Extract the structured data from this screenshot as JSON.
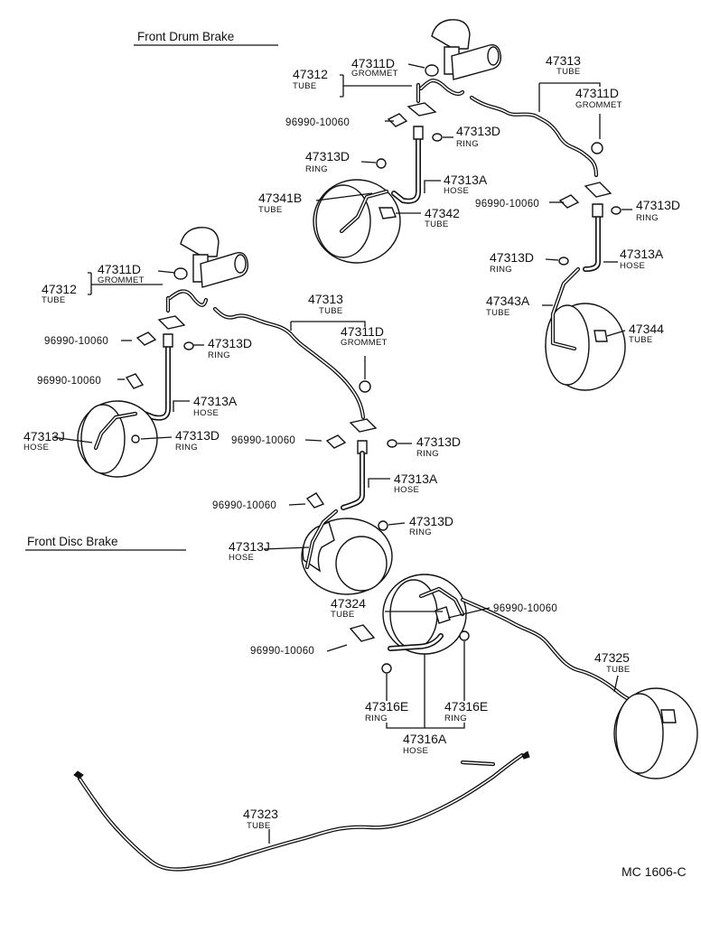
{
  "sections": {
    "drum": "Front Drum Brake",
    "disc": "Front Disc Brake"
  },
  "diagram_code": "MC 1606-C",
  "callouts": [
    {
      "id": "c1",
      "part": "47311D",
      "desc": "GROMMET"
    },
    {
      "id": "c2",
      "part": "47312",
      "desc": "TUBE"
    },
    {
      "id": "c3",
      "part": "47313",
      "desc": "TUBE"
    },
    {
      "id": "c4",
      "part": "47311D",
      "desc": "GROMMET"
    },
    {
      "id": "c5",
      "part": "96990-10060",
      "desc": ""
    },
    {
      "id": "c6",
      "part": "47313D",
      "desc": "RING"
    },
    {
      "id": "c7",
      "part": "47313D",
      "desc": "RING"
    },
    {
      "id": "c8",
      "part": "47313A",
      "desc": "HOSE"
    },
    {
      "id": "c9",
      "part": "47341B",
      "desc": "TUBE"
    },
    {
      "id": "c10",
      "part": "47342",
      "desc": "TUBE"
    },
    {
      "id": "c11",
      "part": "96990-10060",
      "desc": ""
    },
    {
      "id": "c12",
      "part": "47313D",
      "desc": "RING"
    },
    {
      "id": "c13",
      "part": "47313D",
      "desc": "RING"
    },
    {
      "id": "c14",
      "part": "47313A",
      "desc": "HOSE"
    },
    {
      "id": "c15",
      "part": "47343A",
      "desc": "TUBE"
    },
    {
      "id": "c16",
      "part": "47344",
      "desc": "TUBE"
    },
    {
      "id": "c17",
      "part": "47311D",
      "desc": "GROMMET"
    },
    {
      "id": "c18",
      "part": "47312",
      "desc": "TUBE"
    },
    {
      "id": "c19",
      "part": "47313",
      "desc": "TUBE"
    },
    {
      "id": "c20",
      "part": "47311D",
      "desc": "GROMMET"
    },
    {
      "id": "c21",
      "part": "96990-10060",
      "desc": ""
    },
    {
      "id": "c22",
      "part": "47313D",
      "desc": "RING"
    },
    {
      "id": "c23",
      "part": "96990-10060",
      "desc": ""
    },
    {
      "id": "c24",
      "part": "47313A",
      "desc": "HOSE"
    },
    {
      "id": "c25",
      "part": "47313J",
      "desc": "HOSE"
    },
    {
      "id": "c26",
      "part": "47313D",
      "desc": "RING"
    },
    {
      "id": "c27",
      "part": "96990-10060",
      "desc": ""
    },
    {
      "id": "c28",
      "part": "47313D",
      "desc": "RING"
    },
    {
      "id": "c29",
      "part": "47313A",
      "desc": "HOSE"
    },
    {
      "id": "c30",
      "part": "96990-10060",
      "desc": ""
    },
    {
      "id": "c31",
      "part": "47313D",
      "desc": "RING"
    },
    {
      "id": "c32",
      "part": "47313J",
      "desc": "HOSE"
    },
    {
      "id": "c33",
      "part": "47324",
      "desc": "TUBE"
    },
    {
      "id": "c34",
      "part": "96990-10060",
      "desc": ""
    },
    {
      "id": "c35",
      "part": "96990-10060",
      "desc": ""
    },
    {
      "id": "c36",
      "part": "47325",
      "desc": "TUBE"
    },
    {
      "id": "c37",
      "part": "47316E",
      "desc": "RING"
    },
    {
      "id": "c38",
      "part": "47316E",
      "desc": "RING"
    },
    {
      "id": "c39",
      "part": "47316A",
      "desc": "HOSE"
    },
    {
      "id": "c40",
      "part": "47323",
      "desc": "TUBE"
    }
  ]
}
